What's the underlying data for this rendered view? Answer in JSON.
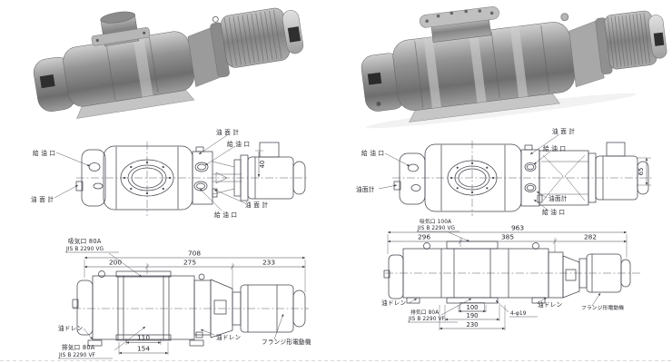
{
  "left": {
    "photo_name": "roots-blower-pump-photo-small",
    "side": {
      "filler_l": "給 油 口",
      "gauge_l": "油 面 計",
      "gauge_t": "油 面 計",
      "filler_t": "給 油 口",
      "gauge_r": "油 面 計",
      "filler_b": "給 油 口",
      "dim40": "40"
    },
    "dims": {
      "intake": "吸気口  80A",
      "intake_jis": "JIS B 2290 VG",
      "total": "708",
      "s1": "200",
      "s2": "275",
      "s3": "233",
      "drain_l": "油ドレン",
      "drain_r": "油ドレン",
      "w1": "110",
      "w2": "154",
      "exhaust": "排気口  80A",
      "exhaust_jis": "JIS B 2290 VF",
      "motor": "フランジ形電動機"
    }
  },
  "right": {
    "photo_name": "roots-blower-pump-photo-large",
    "side": {
      "filler_l": "給 油 口",
      "gauge_l": "油面計",
      "gauge_t": "油 面 計",
      "filler_t": "給 油 口",
      "gauge_r": "油面計",
      "filler_b": "給 油 口",
      "dim65": "65"
    },
    "dims": {
      "intake": "吸気口 100A",
      "intake_jis": "JIS B 2290 VG",
      "total": "963",
      "s1": "296",
      "s2": "385",
      "s3": "282",
      "drain_l": "油ドレン",
      "drain_r": "油ドレン",
      "w1": "100",
      "w2": "190",
      "w3": "230",
      "holes": "4-φ19",
      "exhaust": "排気口 80A",
      "exhaust_jis": "JIS B 2290 VF",
      "motor": "フランジ形電動機"
    }
  }
}
